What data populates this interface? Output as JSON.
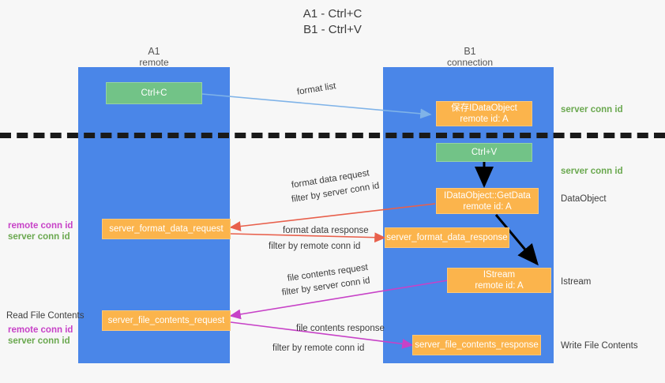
{
  "title": {
    "line1": "A1 - Ctrl+C",
    "line2": "B1 - Ctrl+V"
  },
  "columns": [
    {
      "name": "A1",
      "role": "remote"
    },
    {
      "name": "B1",
      "role": "connection"
    }
  ],
  "boxes": {
    "ctrl_c": "Ctrl+C",
    "ctrl_v": "Ctrl+V",
    "store_idataobject_title": "保存IDataObject",
    "store_idataobject_sub": "remote id: A",
    "getdata_title": "IDataObject::GetData",
    "getdata_sub": "remote id: A",
    "istream_title": "IStream",
    "istream_sub": "remote id: A",
    "server_format_data_request": "server_format_data_request",
    "server_format_data_response": "server_format_data_response",
    "server_file_contents_request": "server_file_contents_request",
    "server_file_contents_response": "server_file_contents_response"
  },
  "annotations": {
    "format_list": "format list",
    "format_data_request": "format data request",
    "format_data_response": "format data response",
    "file_contents_request": "file contents request",
    "file_contents_response": "file contents response",
    "filter_by": "filter by",
    "server_conn_id": "server conn id",
    "remote_conn_id": "remote conn id"
  },
  "side_labels": {
    "right_conn_top": "server conn id",
    "right_conn_second": "server conn id",
    "right_dataobject": "DataObject",
    "right_istream": "Istream",
    "right_write_file_contents": "Write File Contents",
    "left_read_file_contents": "Read File Contents",
    "left_remote_conn_id": "remote conn id",
    "left_server_conn_id": "server conn id"
  },
  "colors": {
    "lane": "#4a86e8",
    "green_box": "#72c387",
    "orange_box": "#fbb44c",
    "green_text": "#6aa84f",
    "magenta_text": "#c742c7",
    "arrow_blue": "#7fb3e8",
    "arrow_red": "#e8604c",
    "arrow_magenta": "#c742c7",
    "arrow_black": "#000000",
    "background": "#f7f7f7"
  }
}
